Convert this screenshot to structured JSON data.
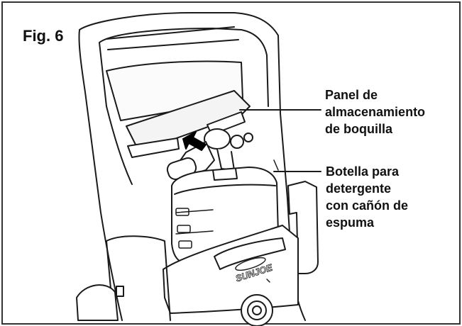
{
  "figure": {
    "label": "Fig. 6"
  },
  "callouts": {
    "panel": {
      "lines": [
        "Panel de",
        "almacenamiento",
        "de boquilla"
      ]
    },
    "bottle": {
      "lines": [
        "Botella para",
        "detergente",
        "con cañón de",
        "espuma"
      ]
    }
  },
  "machine": {
    "brand_text": "SUNJOE",
    "brand_icon": "sunjoe-logo-swoosh",
    "arrow_icon": "insert-arrow"
  }
}
